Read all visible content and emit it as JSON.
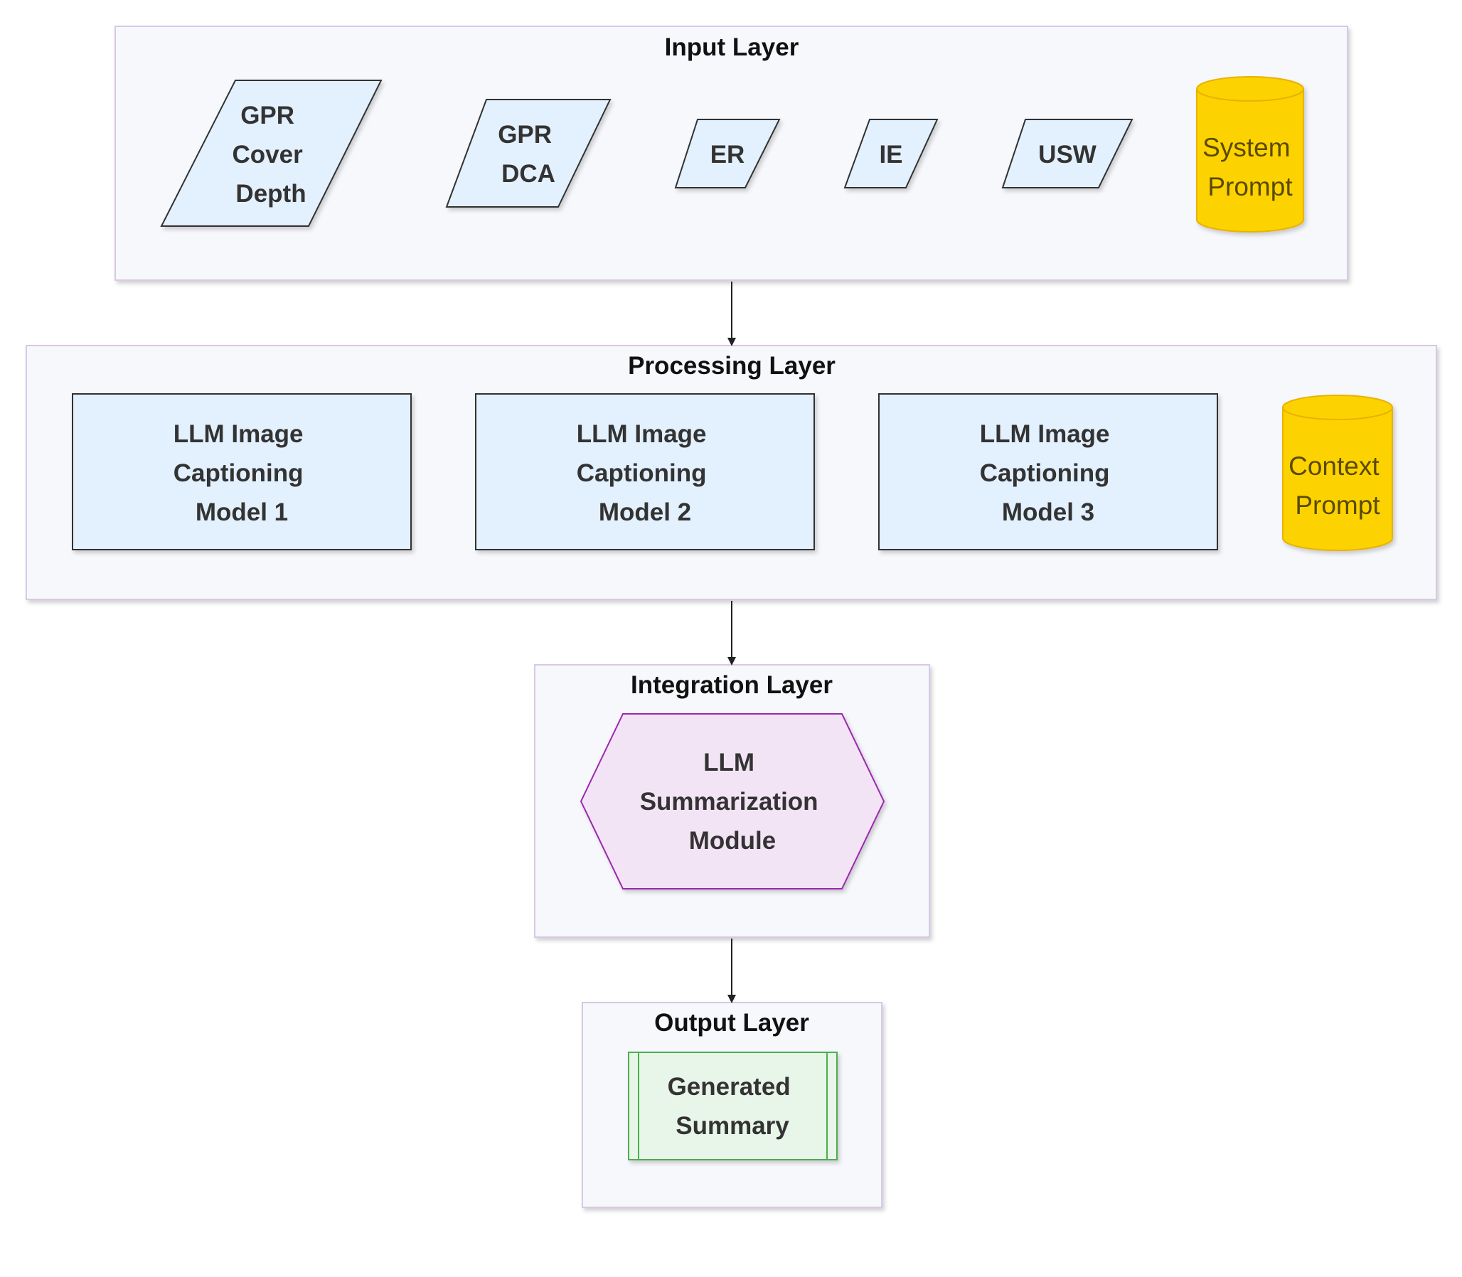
{
  "colors": {
    "layer_fill": "#f7f8fc",
    "layer_stroke": "#d9c8e6",
    "node_fill": "#e3f0fd",
    "node_stroke": "#333333",
    "db_fill": "#fcd304",
    "db_stroke": "#e8b200",
    "hex_fill": "#f3e4f5",
    "hex_stroke": "#9c27b0",
    "output_fill": "#e8f5e9",
    "output_stroke": "#4caf50",
    "arrow": "#222222"
  },
  "layers": {
    "input": {
      "title": "Input Layer",
      "nodes": [
        {
          "lines": [
            "GPR",
            "Cover",
            "Depth"
          ]
        },
        {
          "lines": [
            "GPR",
            "DCA"
          ]
        },
        {
          "lines": [
            "ER"
          ]
        },
        {
          "lines": [
            "IE"
          ]
        },
        {
          "lines": [
            "USW"
          ]
        }
      ],
      "database": {
        "lines": [
          "System",
          "Prompt"
        ]
      }
    },
    "processing": {
      "title": "Processing Layer",
      "nodes": [
        {
          "lines": [
            "LLM Image",
            "Captioning",
            "Model 1"
          ]
        },
        {
          "lines": [
            "LLM Image",
            "Captioning",
            "Model 2"
          ]
        },
        {
          "lines": [
            "LLM Image",
            "Captioning",
            "Model 3"
          ]
        }
      ],
      "database": {
        "lines": [
          "Context",
          "Prompt"
        ]
      }
    },
    "integration": {
      "title": "Integration Layer",
      "node": {
        "lines": [
          "LLM",
          "Summarization",
          "Module"
        ]
      }
    },
    "output": {
      "title": "Output Layer",
      "node": {
        "lines": [
          "Generated",
          "Summary"
        ]
      }
    }
  }
}
